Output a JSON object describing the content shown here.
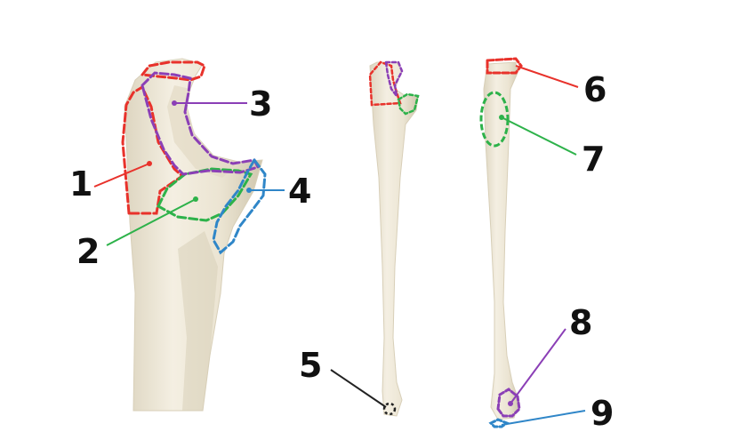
{
  "labels": {
    "n1": "1",
    "n2": "2",
    "n3": "3",
    "n4": "4",
    "n5": "5",
    "n6": "6",
    "n7": "7",
    "n8": "8",
    "n9": "9"
  },
  "colors": {
    "red": "#e8322b",
    "green": "#2db24a",
    "purple": "#8b3fb6",
    "blue": "#2f86c8",
    "black": "#222222",
    "bone": "#efe9d9",
    "bone_shadow": "#d9d1bb"
  }
}
